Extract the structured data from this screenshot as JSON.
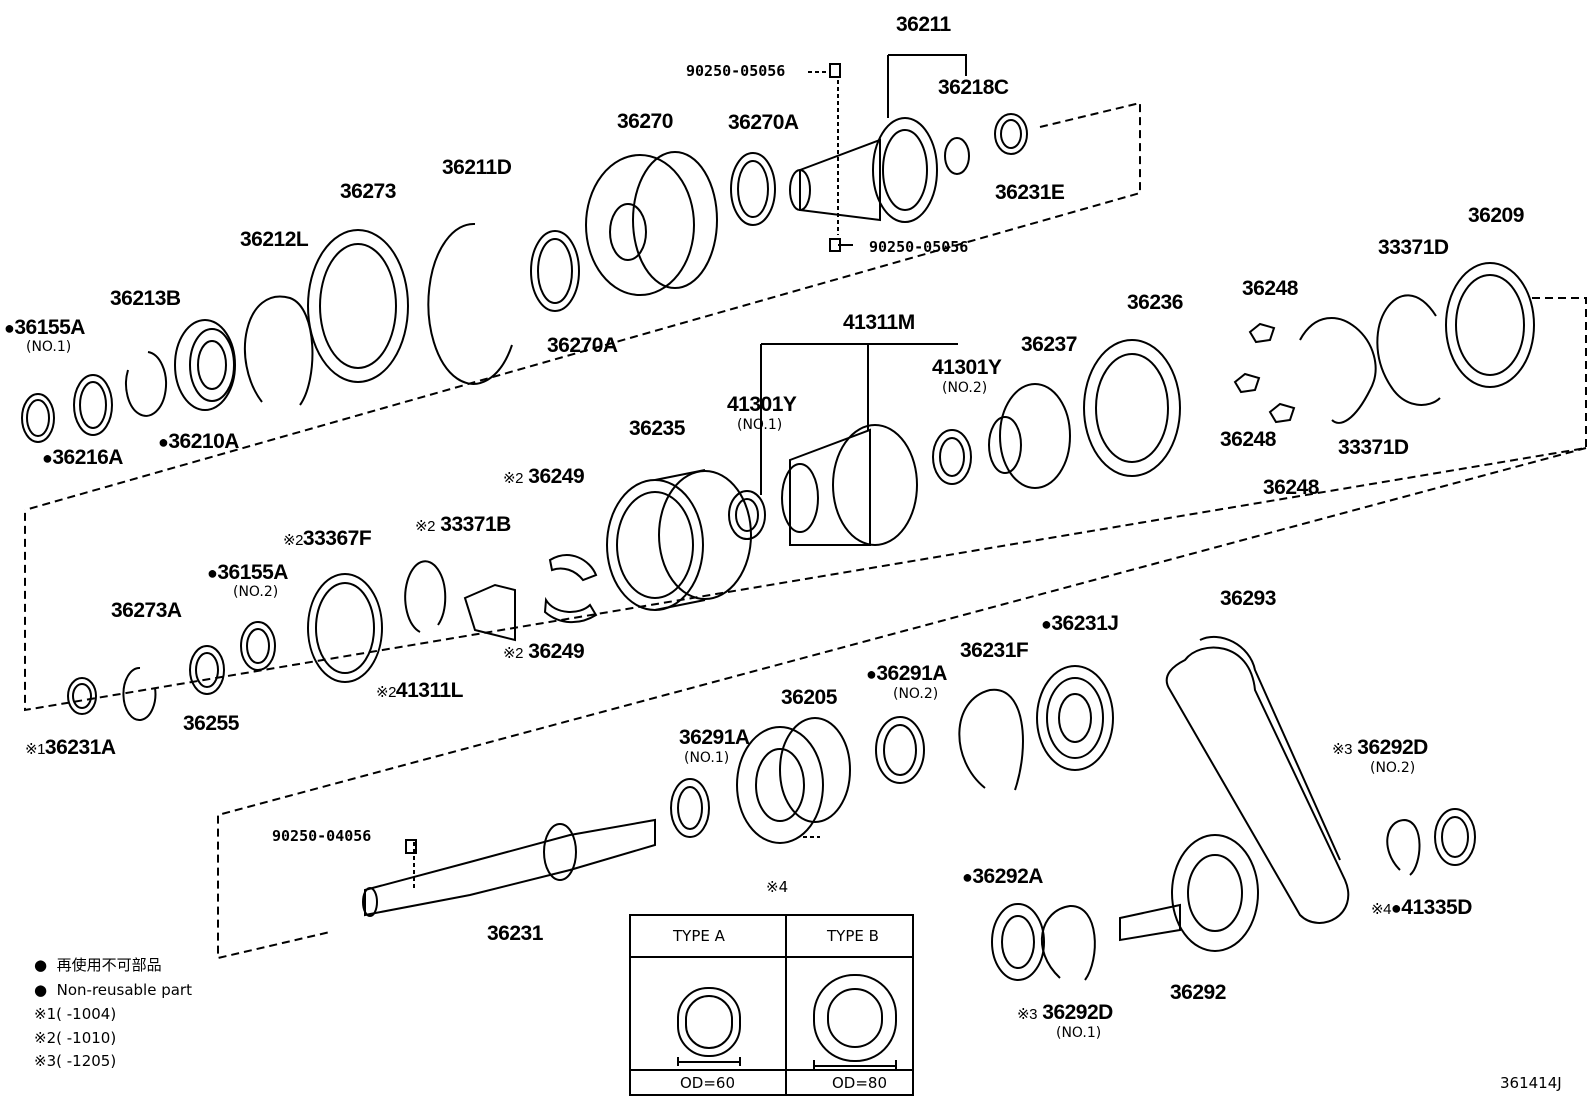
{
  "labels": {
    "p36211": "36211",
    "p36218C": "36218C",
    "p90250_05056_top": "90250-05056",
    "p90250_05056_bot": "90250-05056",
    "p36270": "36270",
    "p36270A_top": "36270A",
    "p36270A_bot": "36270A",
    "p36231E": "36231E",
    "p36211D": "36211D",
    "p36273": "36273",
    "p36212L": "36212L",
    "p36213B": "36213B",
    "p36155A_1": "36155A",
    "p36155A_1_sub": "(NO.1)",
    "p36216A": "36216A",
    "p36210A": "36210A",
    "p36209": "36209",
    "p33371D_top": "33371D",
    "p33371D_bot": "33371D",
    "p36248_a": "36248",
    "p36248_b": "36248",
    "p36248_c": "36248",
    "p36236": "36236",
    "p41311M": "41311M",
    "p41301Y_2": "41301Y",
    "p41301Y_2_sub": "(NO.2)",
    "p36237": "36237",
    "p41301Y_1": "41301Y",
    "p41301Y_1_sub": "(NO.1)",
    "p36235": "36235",
    "p36249_top": "36249",
    "p36249_bot": "36249",
    "p33371B": "33371B",
    "p33367F": "33367F",
    "p36155A_2": "36155A",
    "p36155A_2_sub": "(NO.2)",
    "p36273A": "36273A",
    "p41311L": "41311L",
    "p36255": "36255",
    "p36231A": "36231A",
    "p36293": "36293",
    "p36231J": "36231J",
    "p36231F": "36231F",
    "p36291A_2": "36291A",
    "p36291A_2_sub": "(NO.2)",
    "p36205": "36205",
    "p36291A_1": "36291A",
    "p36291A_1_sub": "(NO.1)",
    "p36292D_2": "36292D",
    "p36292D_2_sub": "(NO.2)",
    "p90250_04056": "90250-04056",
    "p36231": "36231",
    "p36292A": "36292A",
    "p41335D": "41335D",
    "p36292": "36292",
    "p36292D_1": "36292D",
    "p36292D_1_sub": "(NO.1)"
  },
  "marks": {
    "dot": "●",
    "ref1": "※1",
    "ref2": "※2",
    "ref3": "※3",
    "ref4": "※4"
  },
  "table": {
    "ref": "※4",
    "type_a": "TYPE A",
    "type_b": "TYPE B",
    "od_a": "OD=60",
    "od_b": "OD=80"
  },
  "legend": {
    "jp": "再使用不可部品",
    "en": "Non-reusable part",
    "n1": "(       -1004)",
    "n2": "(       -1010)",
    "n3": "(       -1205)"
  },
  "figure_id": "361414J"
}
